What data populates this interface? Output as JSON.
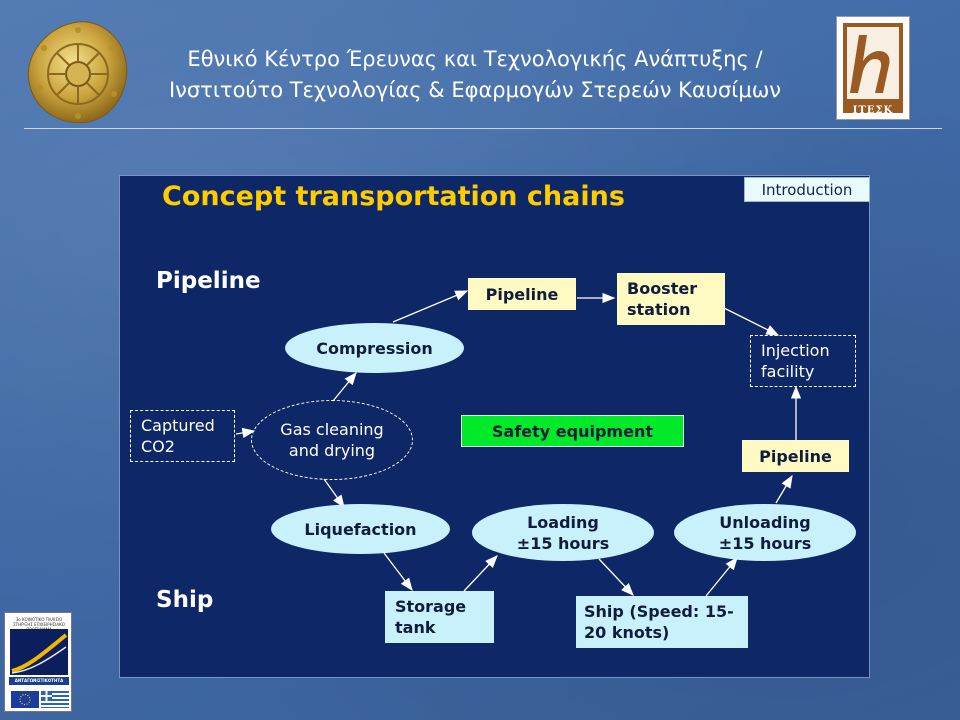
{
  "header": {
    "line1": "Εθνικό Κέντρο Έρευνας και Τεχνολογικής Ανάπτυξης /",
    "line2": "Ινστιτούτο Τεχνολογίας & Εφαρμογών Στερεών Καυσίμων"
  },
  "logos": {
    "itesk_caption": "ΙΤΕΣΚ",
    "program_caption": "3ο ΚΟΙΝΟΤΙΚΟ ΠΛΑΙΣΙΟ ΣΤΗΡΙΞΗΣ ΕΠΙΧΕΙΡΗΣΙΑΚΟ ΠΡΟΓΡΑΜΜΑ",
    "program_band": "ΑΝΤΑΓΩΝΙΣΤΙΚΟΤΗΤΑ"
  },
  "diagram": {
    "title": "Concept transportation chains",
    "tag": "Introduction",
    "modes": {
      "pipeline": "Pipeline",
      "ship": "Ship"
    },
    "nodes": {
      "captured_co2": [
        "Captured",
        "CO2"
      ],
      "gas_cleaning": [
        "Gas cleaning",
        "and drying"
      ],
      "compression": "Compression",
      "pipeline_top": "Pipeline",
      "booster": [
        "Booster",
        "station"
      ],
      "injection": [
        "Injection",
        "facility"
      ],
      "pipeline_right": "Pipeline",
      "safety": "Safety equipment",
      "liquefaction": "Liquefaction",
      "loading": [
        "Loading",
        "±15 hours"
      ],
      "unloading": [
        "Unloading",
        "±15 hours"
      ],
      "storage": [
        "Storage",
        "tank"
      ],
      "ship": [
        "Ship (Speed: 15-",
        "20 knots)"
      ]
    }
  },
  "colors": {
    "slide_bg": "#3f68a3",
    "panel_bg": "#0e2766",
    "title": "#ffcc00",
    "node_light": "#c9f1fb",
    "node_yellow": "#fff9c2",
    "safety_green": "#00ea2a"
  }
}
